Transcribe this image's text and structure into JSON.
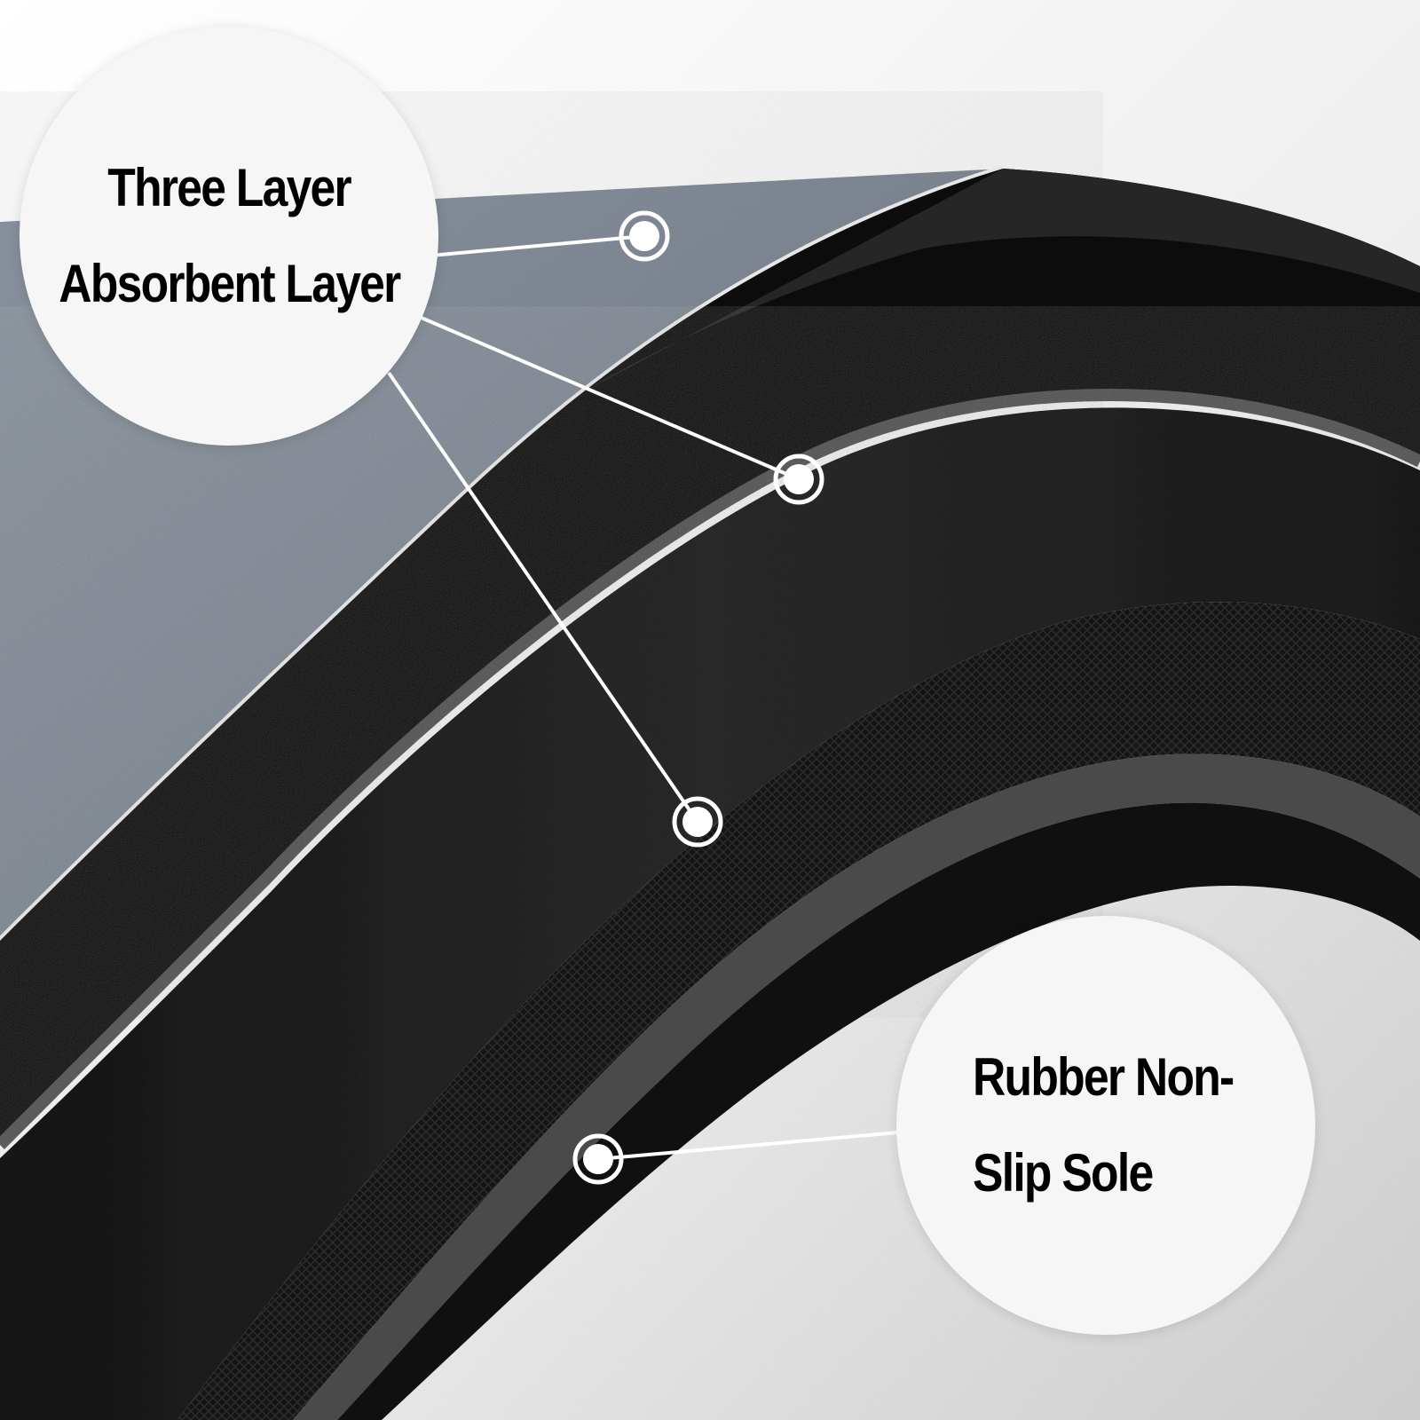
{
  "colors": {
    "background": "#ffffff",
    "top_fabric": "#7f8894",
    "layer_black": "#0c0c0c",
    "layer_dark": "#1e1e1e",
    "layer_edge": "#5a5a5a",
    "callout": "#f6f6f6"
  },
  "callouts": {
    "top": {
      "line1": "Three Layer",
      "line2": "Absorbent Layer"
    },
    "bottom": {
      "line1": "Rubber Non-",
      "line2": "Slip Sole"
    }
  }
}
